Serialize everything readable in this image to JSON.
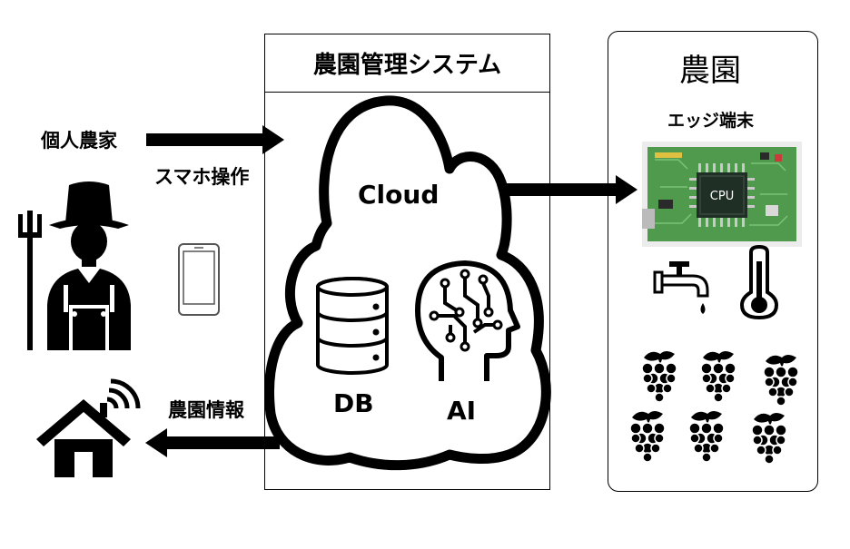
{
  "farmer": {
    "label": "個人農家"
  },
  "smartphone": {
    "label": "スマホ操作"
  },
  "system": {
    "title": "農園管理システム"
  },
  "cloud": {
    "label": "Cloud",
    "db_label": "DB",
    "ai_label": "AI"
  },
  "farm_info": {
    "label": "農園情報"
  },
  "farm": {
    "title": "農園",
    "edge_label": "エッジ端末",
    "cpu_label": "CPU"
  },
  "icons": {
    "farmer": "farmer-icon",
    "phone": "smartphone-icon",
    "home": "smart-home-icon",
    "database": "database-icon",
    "ai": "ai-head-icon",
    "board": "circuit-board-icon",
    "faucet": "faucet-icon",
    "thermometer": "thermometer-icon",
    "grapes": "grape-icon"
  },
  "colors": {
    "board_green": "#4f9a4c",
    "chip_dark": "#1f2f26"
  }
}
